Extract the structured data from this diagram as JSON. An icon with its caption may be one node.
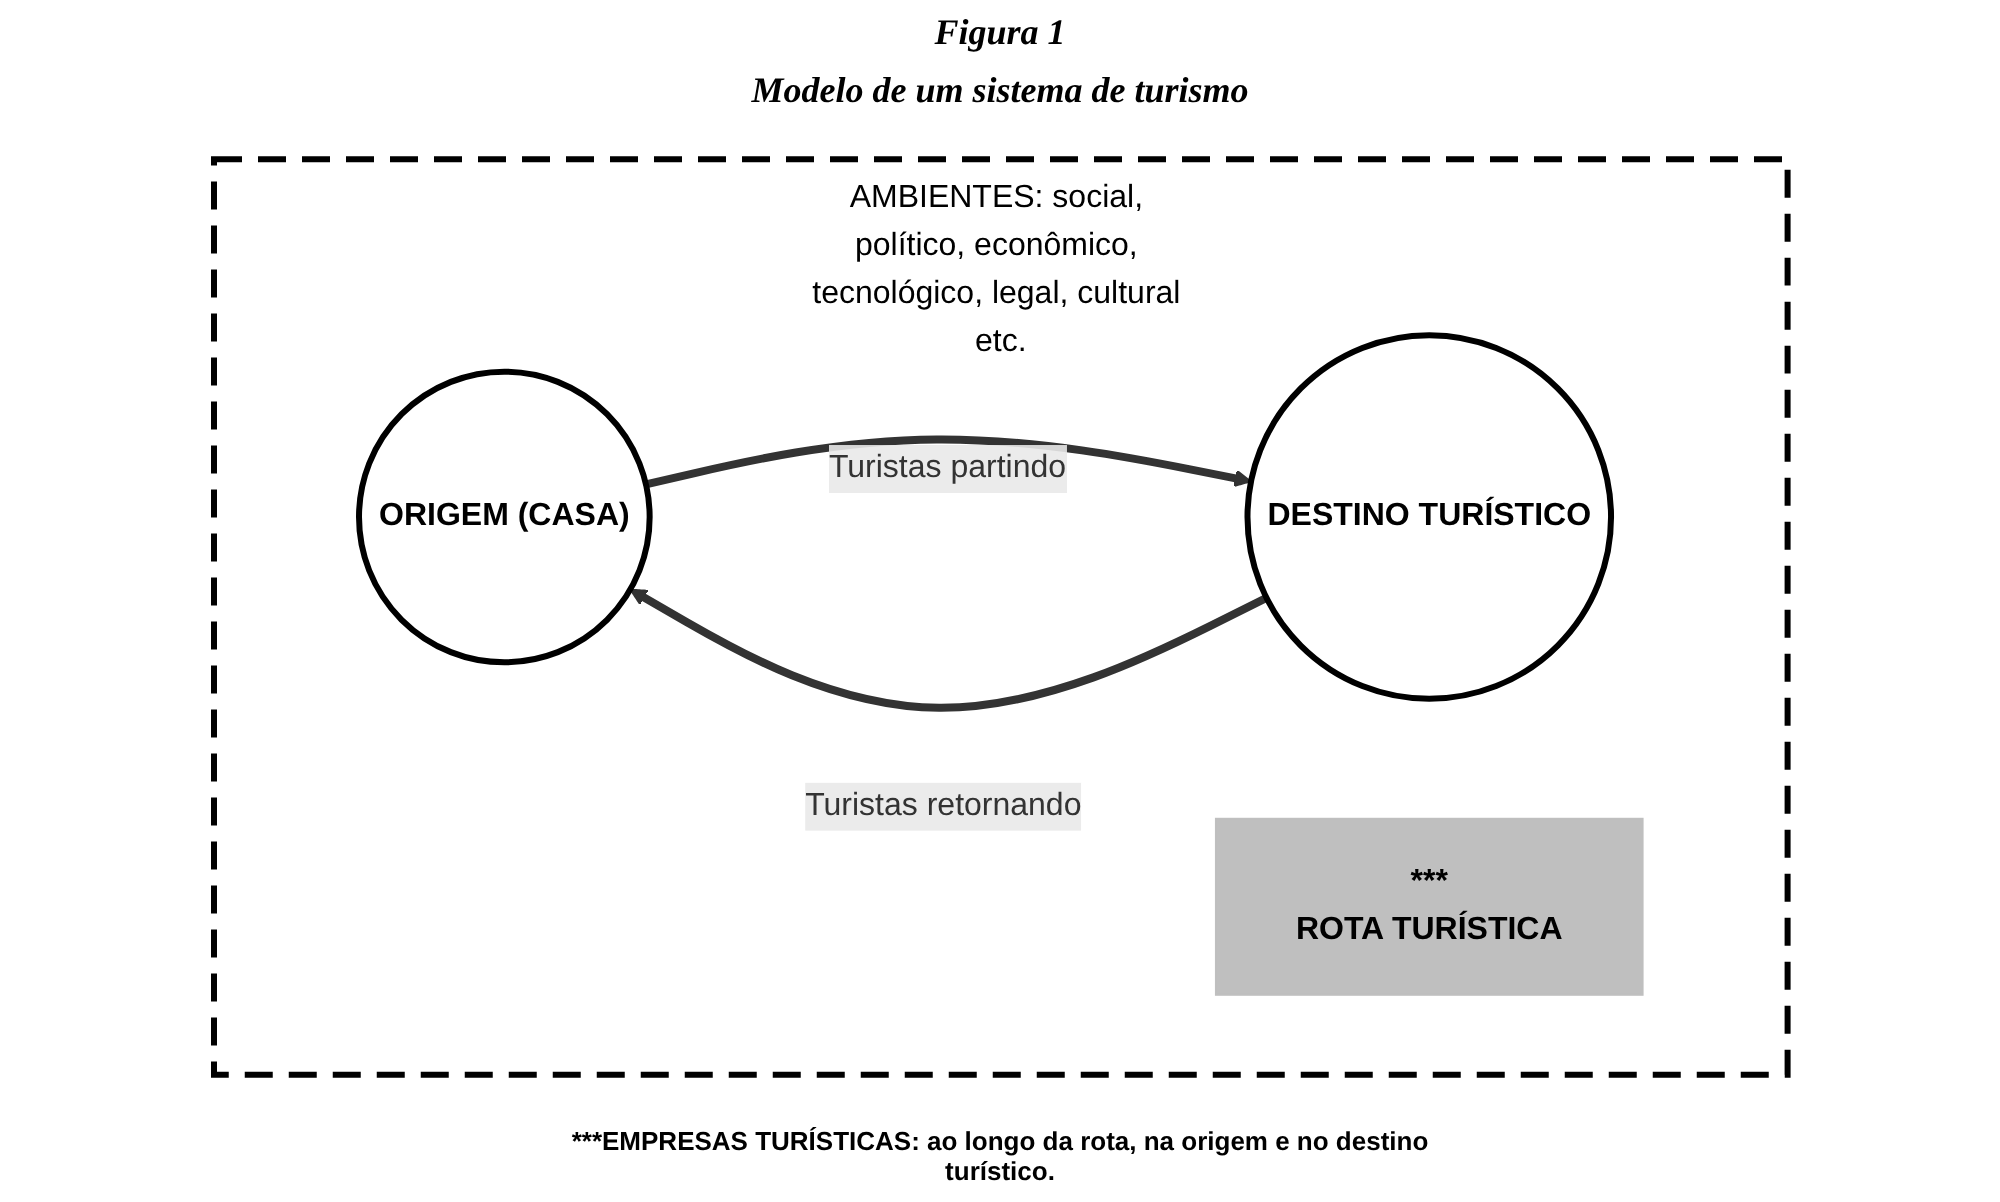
{
  "diagram": {
    "title": "Figura 1",
    "nodes": [
      {
        "text": [
          "AMBIENTES: social, político, econômico, tecnológico, legal, cultural etc."
        ]
      },
      {
        "text": [
          "ORIGEM (CASA)"
        ],
        "in": 0
      },
      {
        "text": [
          "***",
          "ROTA TURÍSTICA"
        ],
        "in": 0
      },
      {
        "text": [
          "DESTINO TURÍSTICO"
        ],
        "in": 0
      }
    ],
    "edges": [
      {
        "from": 1,
        "to": 3,
        "arrow": "to",
        "label": "Turistas partindo"
      },
      {
        "from": 3,
        "to": 1,
        "arrow": "to",
        "label": "Turistas retornando"
      }
    ],
    "labels": [
      "Modelo de um sistema de turismo",
      "***EMPRESAS TURÍSTICAS: ao longo da rota, na origem e no destino turístico."
    ]
  }
}
